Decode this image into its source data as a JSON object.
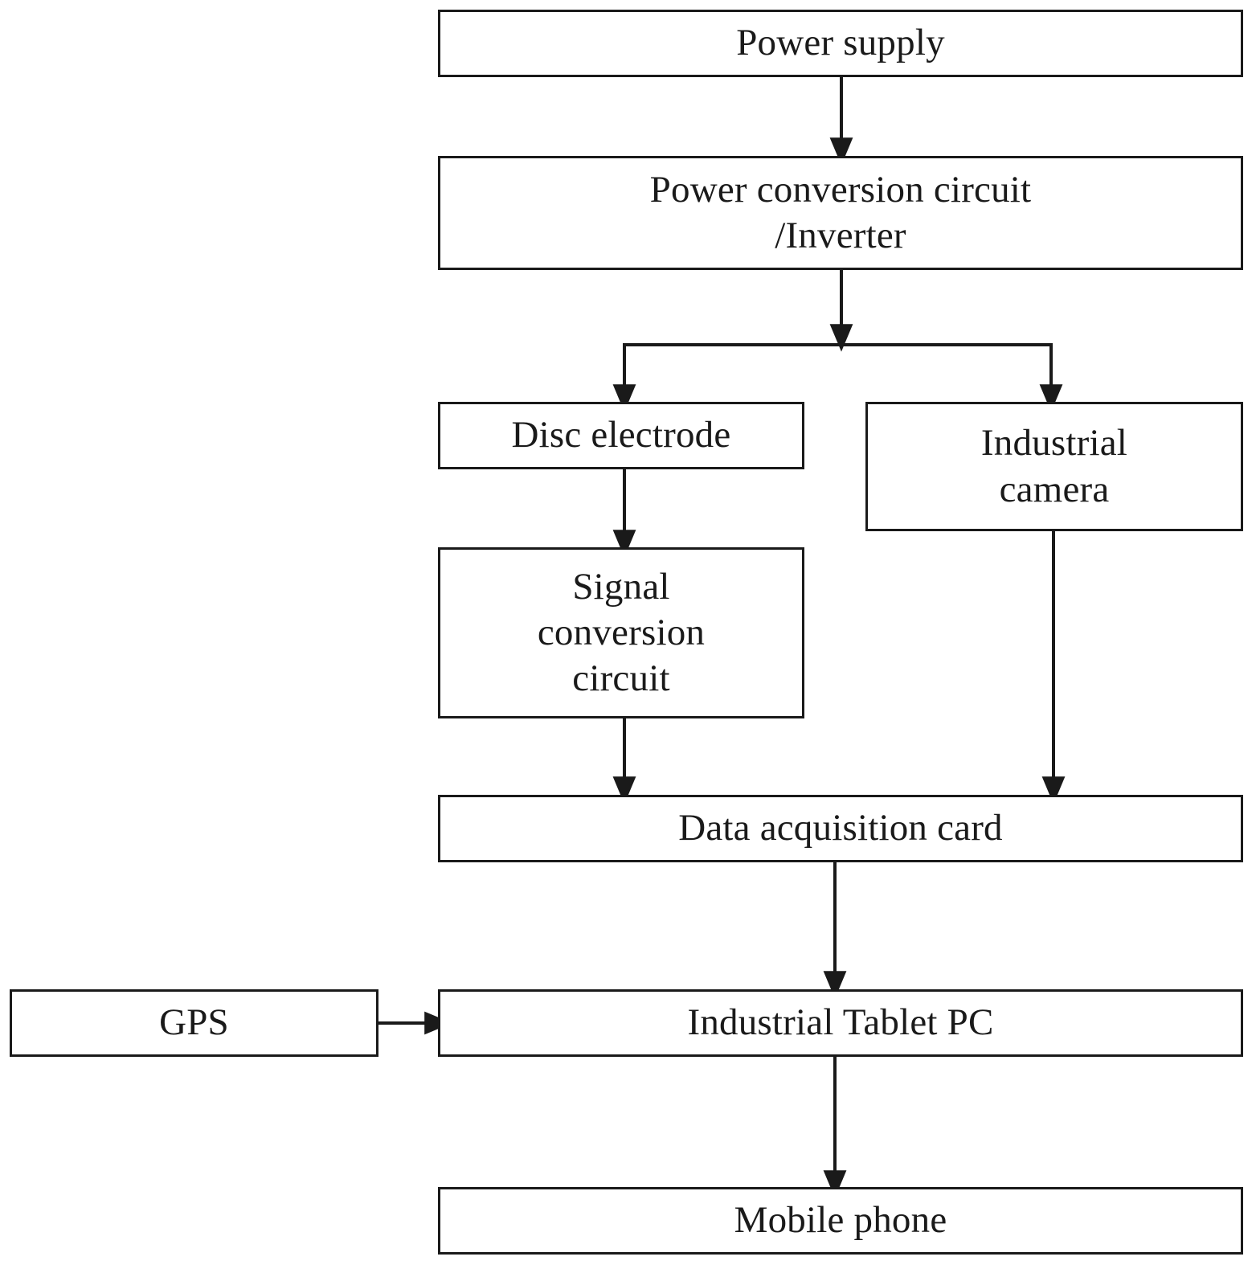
{
  "diagram": {
    "title": "System architecture block diagram",
    "background_color": "#ffffff",
    "line_color": "#1a1a1a",
    "text_color": "#1a1a1a",
    "nodes": [
      {
        "id": "power_supply",
        "label": "Power supply"
      },
      {
        "id": "power_conversion",
        "label": "Power conversion circuit\n/Inverter"
      },
      {
        "id": "disc_electrode",
        "label": "Disc electrode"
      },
      {
        "id": "industrial_camera",
        "label": "Industrial\ncamera"
      },
      {
        "id": "signal_conversion",
        "label": "Signal\nconversion\ncircuit"
      },
      {
        "id": "data_acquisition",
        "label": "Data acquisition card"
      },
      {
        "id": "gps",
        "label": "GPS"
      },
      {
        "id": "industrial_tablet",
        "label": "Industrial Tablet PC"
      },
      {
        "id": "mobile_phone",
        "label": "Mobile phone"
      }
    ],
    "edges": [
      {
        "from": "power_supply",
        "to": "power_conversion",
        "kind": "arrow-down"
      },
      {
        "from": "power_conversion",
        "to": "split-bus",
        "kind": "arrow-down"
      },
      {
        "from": "split-bus",
        "to": "disc_electrode",
        "kind": "arrow-down"
      },
      {
        "from": "split-bus",
        "to": "industrial_camera",
        "kind": "arrow-down"
      },
      {
        "from": "disc_electrode",
        "to": "signal_conversion",
        "kind": "arrow-down"
      },
      {
        "from": "signal_conversion",
        "to": "data_acquisition",
        "kind": "arrow-down"
      },
      {
        "from": "industrial_camera",
        "to": "data_acquisition",
        "kind": "arrow-down"
      },
      {
        "from": "data_acquisition",
        "to": "industrial_tablet",
        "kind": "arrow-down"
      },
      {
        "from": "gps",
        "to": "industrial_tablet",
        "kind": "arrow-right"
      },
      {
        "from": "industrial_tablet",
        "to": "mobile_phone",
        "kind": "arrow-down"
      }
    ]
  }
}
